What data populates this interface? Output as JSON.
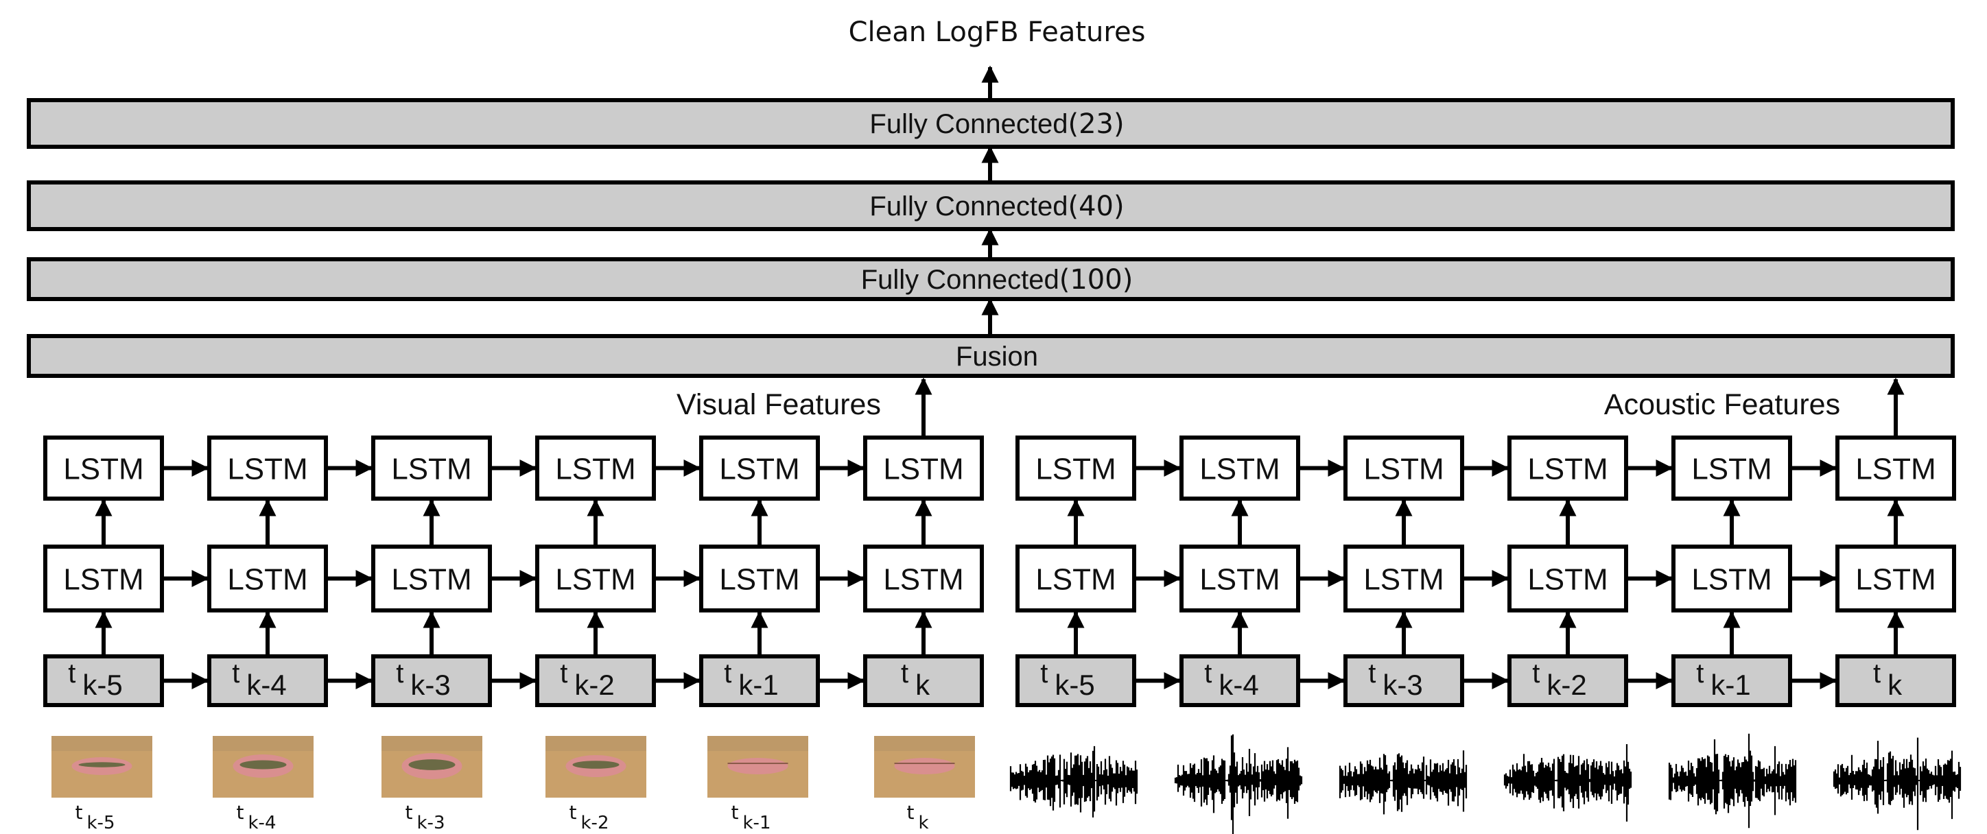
{
  "title": "Clean LogFB Features",
  "colors": {
    "bar_fill": "#cccccc",
    "input_fill": "#cccccc",
    "lstm_fill": "#ffffff",
    "stroke": "#000000",
    "skin": "#c9a06a",
    "lip": "#d98f8f"
  },
  "layers": [
    {
      "name": "fc-23",
      "label": "Fully Connected",
      "units": "(23)"
    },
    {
      "name": "fc-40",
      "label": "Fully Connected",
      "units": "(40)"
    },
    {
      "name": "fc-100",
      "label": "Fully Connected",
      "units": "(100)"
    },
    {
      "name": "fusion",
      "label": "Fusion",
      "units": ""
    }
  ],
  "streams": [
    {
      "name": "visual",
      "label": "Visual Features",
      "lstm_label": "LSTM",
      "lstm_rows": 2,
      "input_kind": "mouth-image",
      "steps": [
        {
          "t": "t",
          "sub": "k-5",
          "mouth_open": 0.1
        },
        {
          "t": "t",
          "sub": "k-4",
          "mouth_open": 0.5
        },
        {
          "t": "t",
          "sub": "k-3",
          "mouth_open": 0.7
        },
        {
          "t": "t",
          "sub": "k-2",
          "mouth_open": 0.4
        },
        {
          "t": "t",
          "sub": "k-1",
          "mouth_open": 0.0
        },
        {
          "t": "t",
          "sub": "k",
          "mouth_open": 0.0
        }
      ]
    },
    {
      "name": "acoustic",
      "label": "Acoustic Features",
      "lstm_label": "LSTM",
      "lstm_rows": 2,
      "input_kind": "waveform",
      "steps": [
        {
          "t": "t",
          "sub": "k-5"
        },
        {
          "t": "t",
          "sub": "k-4"
        },
        {
          "t": "t",
          "sub": "k-3"
        },
        {
          "t": "t",
          "sub": "k-2"
        },
        {
          "t": "t",
          "sub": "k-1"
        },
        {
          "t": "t",
          "sub": "k"
        }
      ]
    }
  ]
}
